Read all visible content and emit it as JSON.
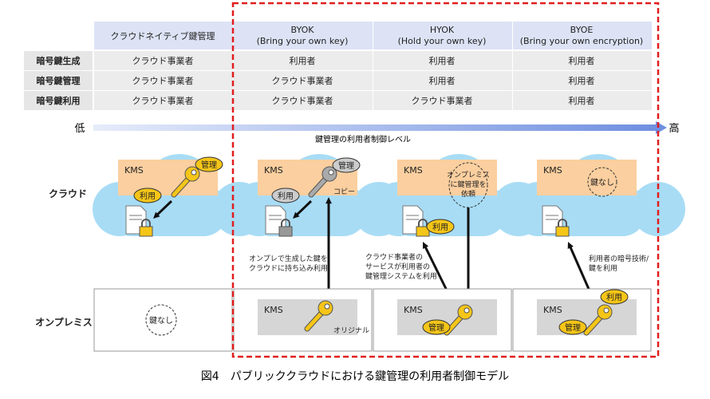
{
  "table": {
    "headers": [
      "クラウドネイティブ鍵管理",
      [
        "BYOK",
        "(Bring your own key)"
      ],
      [
        "HYOK",
        "(Hold your own key)"
      ],
      [
        "BYOE",
        "(Bring your own encryption)"
      ]
    ],
    "rows": [
      {
        "label": "暗号鍵生成",
        "cells": [
          "クラウド事業者",
          "利用者",
          "利用者",
          "利用者"
        ]
      },
      {
        "label": "暗号鍵管理",
        "cells": [
          "クラウド事業者",
          "クラウド事業者",
          "利用者",
          "利用者"
        ]
      },
      {
        "label": "暗号鍵利用",
        "cells": [
          "クラウド事業者",
          "クラウド事業者",
          "クラウド事業者",
          "利用者"
        ]
      }
    ]
  },
  "scale": {
    "low": "低",
    "high": "高",
    "label": "鍵管理の利用者制御レベル"
  },
  "rows_labels": {
    "cloud": "クラウド",
    "onprem": "オンプレミス"
  },
  "kms": "KMS",
  "badges": {
    "manage": "管理",
    "use": "利用",
    "copy": "コピー",
    "original": "オリジナル",
    "no_key": "鍵なし"
  },
  "hyok_request": [
    "オンプレミス",
    "に鍵管理を",
    "依頼"
  ],
  "notes": {
    "byok": [
      "オンプレで生成した鍵を",
      "クラウドに持ち込み利用"
    ],
    "hyok": [
      "クラウド事業者の",
      "サービスが利用者の",
      "鍵管理システムを利用"
    ],
    "byoe": [
      "利用者の暗号技術/",
      "鍵を利用"
    ]
  },
  "caption": "図4　パブリッククラウドにおける鍵管理の利用者制御モデル",
  "colors": {
    "accent_red": "#e01e1e",
    "cloud": "#a8dcf5",
    "kms_cloud": "#fbcf9f",
    "kms_onprem": "#d6d6d6",
    "key_gold": "#f5c518",
    "header": "#dde3f5"
  }
}
